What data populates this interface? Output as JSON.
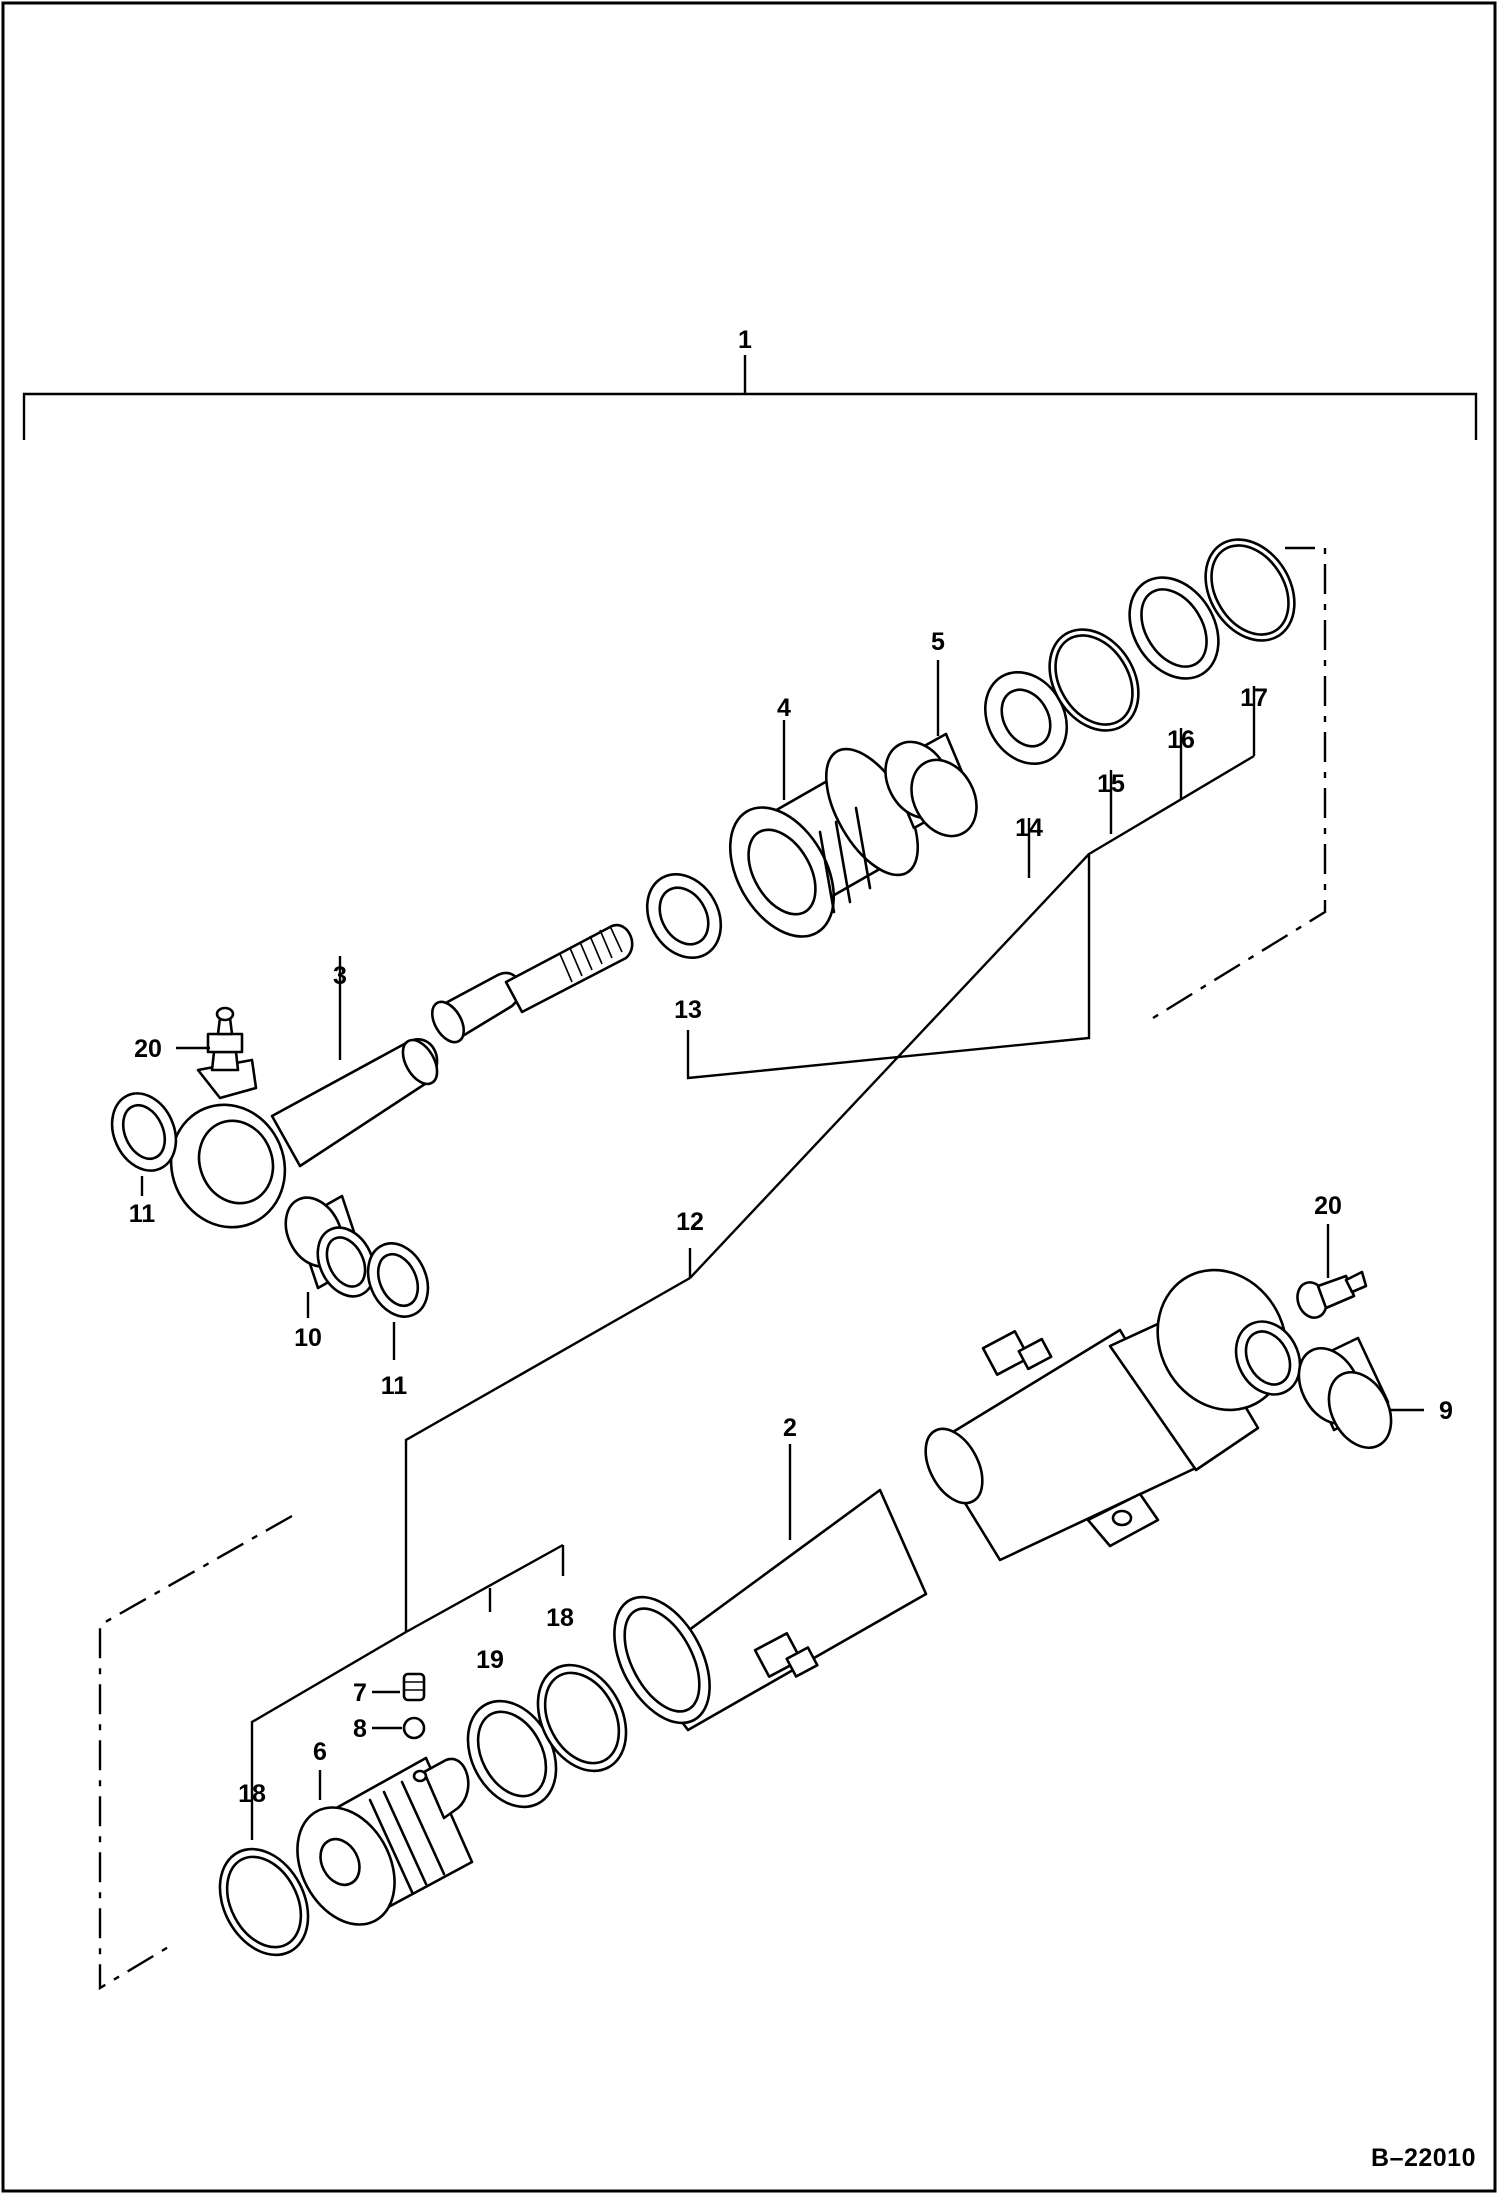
{
  "drawing": {
    "code": "B–22010",
    "labels": {
      "p1": "1",
      "p2": "2",
      "p3": "3",
      "p4": "4",
      "p5": "5",
      "p6": "6",
      "p7": "7",
      "p8": "8",
      "p9": "9",
      "p10": "10",
      "p11a": "11",
      "p11b": "11",
      "p12": "12",
      "p13": "13",
      "p14": "14",
      "p15": "15",
      "p16": "16",
      "p17": "17",
      "p18a": "18",
      "p18b": "18",
      "p19": "19",
      "p20a": "20",
      "p20b": "20"
    }
  }
}
